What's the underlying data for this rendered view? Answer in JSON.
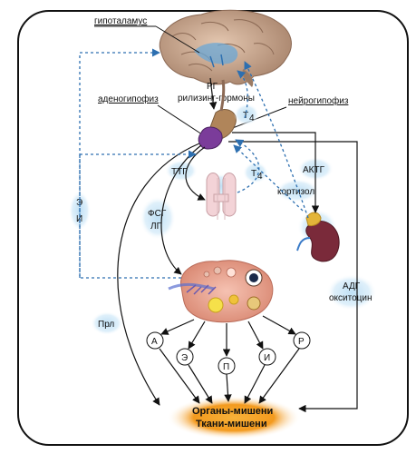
{
  "labels": {
    "hypothalamus": "гипоталамус",
    "rg": "РГ",
    "releasing": "рилизинг-гормоны",
    "adenohypophysis": "аденогипофиз",
    "neurohypophysis": "нейрогипофиз",
    "t4_top": "T",
    "t4_top_sub": "4",
    "ttg": "ТТГ",
    "t4_mid": "T",
    "t4_mid_sub": "4",
    "actg": "АКТГ",
    "cortisol": "кортизол",
    "e_i_1": "Э",
    "e_i_2": "И",
    "fsg": "ФСГ",
    "lg": "ЛГ",
    "prl": "Прл",
    "adg": "АДГ",
    "oxytocin": "окситоцин",
    "circle_a": "А",
    "circle_e": "Э",
    "circle_p": "П",
    "circle_i": "И",
    "circle_r": "Р",
    "target_1": "Органы-мишени",
    "target_2": "Ткани-мишени"
  },
  "colors": {
    "frame": "#111111",
    "arrow": "#111111",
    "feedback": "#2d6fb0",
    "halo": "#bfe0f5",
    "target_glow": "#f39a1e",
    "brain": "#c9a88f",
    "pituitary": "#b0855a",
    "adeno": "#7b3c9a",
    "kidney": "#7a2a3a",
    "adrenal": "#e3b53a",
    "ovary": "#e8a08c"
  }
}
